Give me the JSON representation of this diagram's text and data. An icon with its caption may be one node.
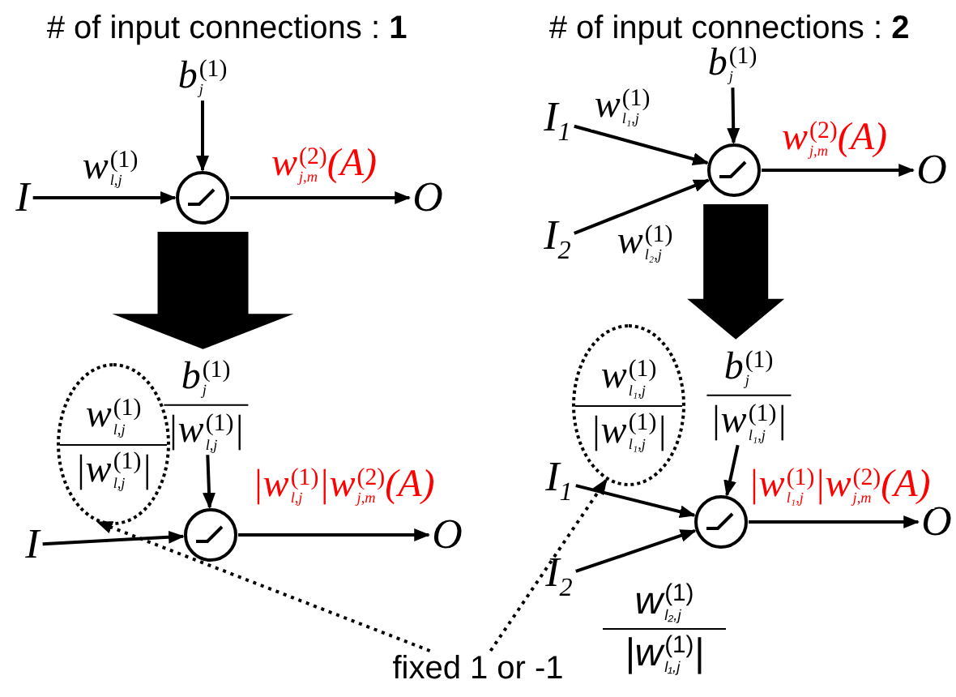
{
  "diagram": {
    "nodes": [
      {
        "text": [
          "I"
        ]
      },
      {
        "text": [],
        "shape": "circle"
      },
      {
        "text": [
          "O"
        ]
      },
      {
        "text": [
          "b$^{(1)}$$_{j}$"
        ]
      },
      {
        "text": [
          "I$_{1}$"
        ]
      },
      {
        "text": [
          "I$_{2}$"
        ]
      },
      {
        "text": [],
        "shape": "circle"
      },
      {
        "text": [
          "O"
        ]
      },
      {
        "text": [
          "b$^{(1)}$$_{j}$"
        ]
      },
      {
        "text": [
          "I"
        ]
      },
      {
        "text": [],
        "shape": "circle"
      },
      {
        "text": [
          "O"
        ]
      },
      {
        "text": [
          "b$^{(1)}$$_{j}$",
          "|w$^{(1)}$$_{l,j}$|"
        ]
      },
      {
        "text": [
          "w$^{(1)}$$_{l,j}$",
          "|w$^{(1)}$$_{l,j}$|"
        ]
      },
      {
        "text": [
          "I$_{1}$"
        ]
      },
      {
        "text": [
          "I$_{2}$"
        ]
      },
      {
        "text": [],
        "shape": "circle"
      },
      {
        "text": [
          "O"
        ]
      },
      {
        "text": [
          "b$^{(1)}$$_{j}$",
          "|w$^{(1)}$$_{l₁,j}$|"
        ]
      },
      {
        "text": [
          "w$^{(1)}$$_{l₁,j}$",
          "|w$^{(1)}$$_{l₁,j}$|"
        ]
      },
      {
        "text": [
          "fixed 1 or -1"
        ]
      }
    ],
    "edges": [
      {
        "from": 0,
        "to": 1,
        "arrow": "to",
        "label": "w$^{(1)}$$_{l,j}$"
      },
      {
        "from": 1,
        "to": 2,
        "arrow": "to",
        "label": "w$^{(2)}$$_{j,m}$(A)"
      },
      {
        "from": 3,
        "to": 1,
        "arrow": "to"
      },
      {
        "from": 4,
        "to": 6,
        "arrow": "to",
        "label": "w$^{(1)}$$_{l₁,j}$"
      },
      {
        "from": 5,
        "to": 6,
        "arrow": "to",
        "label": "w$^{(1)}$$_{l₂,j}$"
      },
      {
        "from": 6,
        "to": 7,
        "arrow": "to",
        "label": "w$^{(2)}$$_{j,m}$(A)"
      },
      {
        "from": 8,
        "to": 6,
        "arrow": "to"
      },
      {
        "from": 9,
        "to": 10,
        "arrow": "to"
      },
      {
        "from": 10,
        "to": 11,
        "arrow": "to",
        "label": "|w$^{(1)}$$_{l,j}$|w$^{(2)}$$_{j,m}$(A)"
      },
      {
        "from": 12,
        "to": 10,
        "arrow": "to"
      },
      {
        "from": 14,
        "to": 16,
        "arrow": "to"
      },
      {
        "from": 15,
        "to": 16,
        "arrow": "to"
      },
      {
        "from": 16,
        "to": 17,
        "arrow": "to",
        "label": "|w$^{(1)}$$_{l₁,j}$|w$^{(2)}$$_{j,m}$(A)"
      },
      {
        "from": 18,
        "to": 16,
        "arrow": "to"
      },
      {
        "from": 1,
        "to": 12,
        "arrow": "to",
        "style": "thick"
      },
      {
        "from": 6,
        "to": 18,
        "arrow": "to",
        "style": "thick"
      },
      {
        "from": 20,
        "to": 13,
        "arrow": "to",
        "style": "dashed"
      },
      {
        "from": 20,
        "to": 19,
        "arrow": "to",
        "style": "dashed"
      }
    ],
    "labels": [
      "# of input connections : **1**",
      "# of input connections : **2**",
      "w$^{(1)}$$_{l₂,j}$",
      "|w$^{(1)}$$_{l₁,j}$|"
    ]
  }
}
